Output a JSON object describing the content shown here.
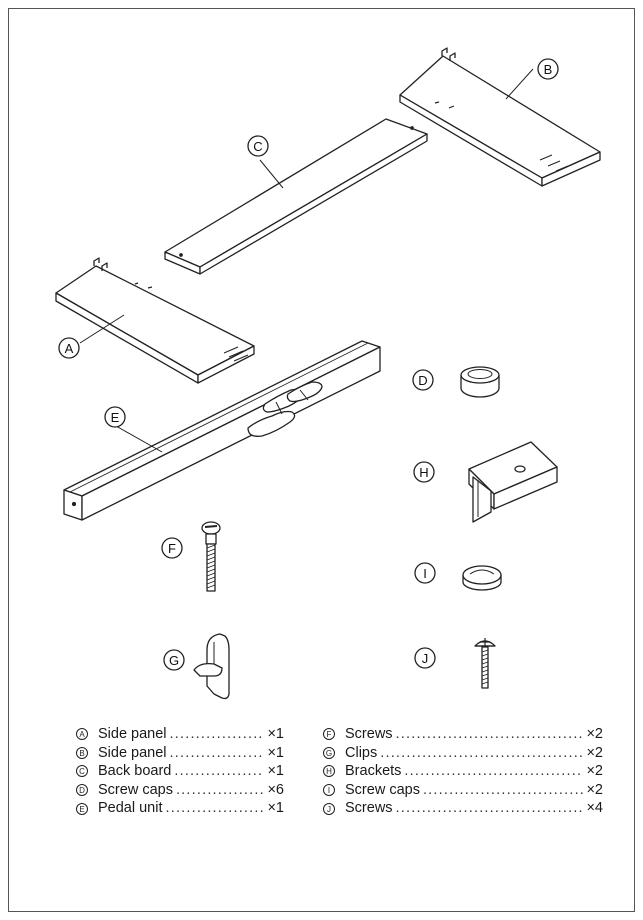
{
  "parts_list": {
    "left": [
      {
        "mark": "A",
        "name": "Side panel",
        "qty": "×1"
      },
      {
        "mark": "B",
        "name": "Side panel",
        "qty": "×1"
      },
      {
        "mark": "C",
        "name": "Back board",
        "qty": "×1"
      },
      {
        "mark": "D",
        "name": "Screw caps",
        "qty": "×6"
      },
      {
        "mark": "E",
        "name": "Pedal unit",
        "qty": "×1"
      }
    ],
    "right": [
      {
        "mark": "F",
        "name": "Screws",
        "qty": "×2"
      },
      {
        "mark": "G",
        "name": "Clips",
        "qty": "×2"
      },
      {
        "mark": "H",
        "name": "Brackets",
        "qty": "×2"
      },
      {
        "mark": "I",
        "name": "Screw caps",
        "qty": "×2"
      },
      {
        "mark": "J",
        "name": "Screws",
        "qty": "×4"
      }
    ]
  },
  "figure_labels": {
    "a": "A",
    "b": "B",
    "c": "C",
    "d": "D",
    "e": "E",
    "f": "F",
    "g": "G",
    "h": "H",
    "i": "I",
    "j": "J"
  }
}
